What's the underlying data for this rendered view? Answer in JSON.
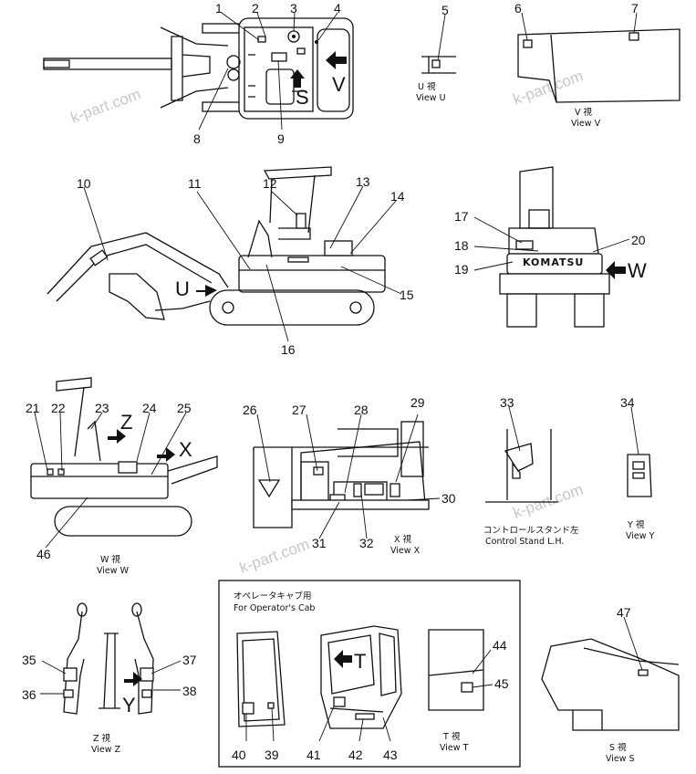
{
  "callouts": [
    "1",
    "2",
    "3",
    "4",
    "5",
    "6",
    "7",
    "8",
    "9",
    "10",
    "11",
    "12",
    "13",
    "14",
    "15",
    "16",
    "17",
    "18",
    "19",
    "20",
    "21",
    "22",
    "23",
    "24",
    "25",
    "26",
    "27",
    "28",
    "29",
    "30",
    "31",
    "32",
    "33",
    "34",
    "35",
    "36",
    "37",
    "38",
    "39",
    "40",
    "41",
    "42",
    "43",
    "44",
    "45",
    "46",
    "47"
  ],
  "view_letters": {
    "S": "S",
    "V": "V",
    "U": "U",
    "W": "W",
    "X": "X",
    "Z": "Z",
    "Y": "Y",
    "T": "T"
  },
  "machine_brand": "KOMATSU",
  "captions": {
    "view_u": [
      "U 視",
      "View U"
    ],
    "view_v": [
      "V 視",
      "View V"
    ],
    "view_w": [
      "W 視",
      "View W"
    ],
    "view_x": [
      "X 視",
      "View X"
    ],
    "control_stand": [
      "コントロールスタンド左",
      "Control Stand L.H."
    ],
    "view_y": [
      "Y 視",
      "View Y"
    ],
    "view_z": [
      "Z 視",
      "View Z"
    ],
    "operator_cab": [
      "オペレータキャブ用",
      "For Operator's Cab"
    ],
    "view_t": [
      "T 視",
      "View T"
    ],
    "view_s": [
      "S 視",
      "View S"
    ]
  },
  "watermark": "k-part.com"
}
